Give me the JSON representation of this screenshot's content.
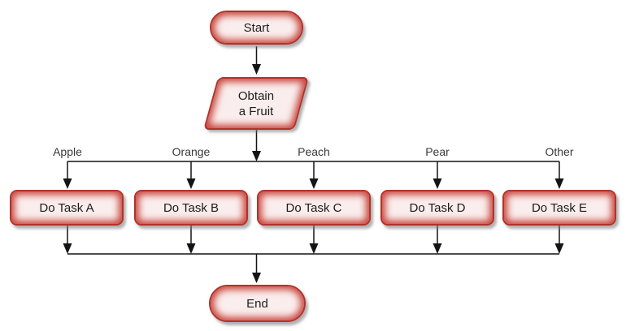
{
  "flowchart": {
    "start": {
      "label": "Start"
    },
    "obtain": {
      "line1": "Obtain",
      "line2": "a Fruit"
    },
    "tasks": [
      {
        "branch": "Apple",
        "label": "Do Task A"
      },
      {
        "branch": "Orange",
        "label": "Do Task B"
      },
      {
        "branch": "Peach",
        "label": "Do Task C"
      },
      {
        "branch": "Pear",
        "label": "Do Task D"
      },
      {
        "branch": "Other",
        "label": "Do Task E"
      }
    ],
    "end": {
      "label": "End"
    }
  },
  "colors": {
    "canvas-bg": "#ffffff",
    "line-color": "#141414",
    "node-border": "#b3322a",
    "node-glow": "#c8443a",
    "node-fill": "#faeded",
    "text-color": "#1c1c1c",
    "label-color": "#383838"
  }
}
